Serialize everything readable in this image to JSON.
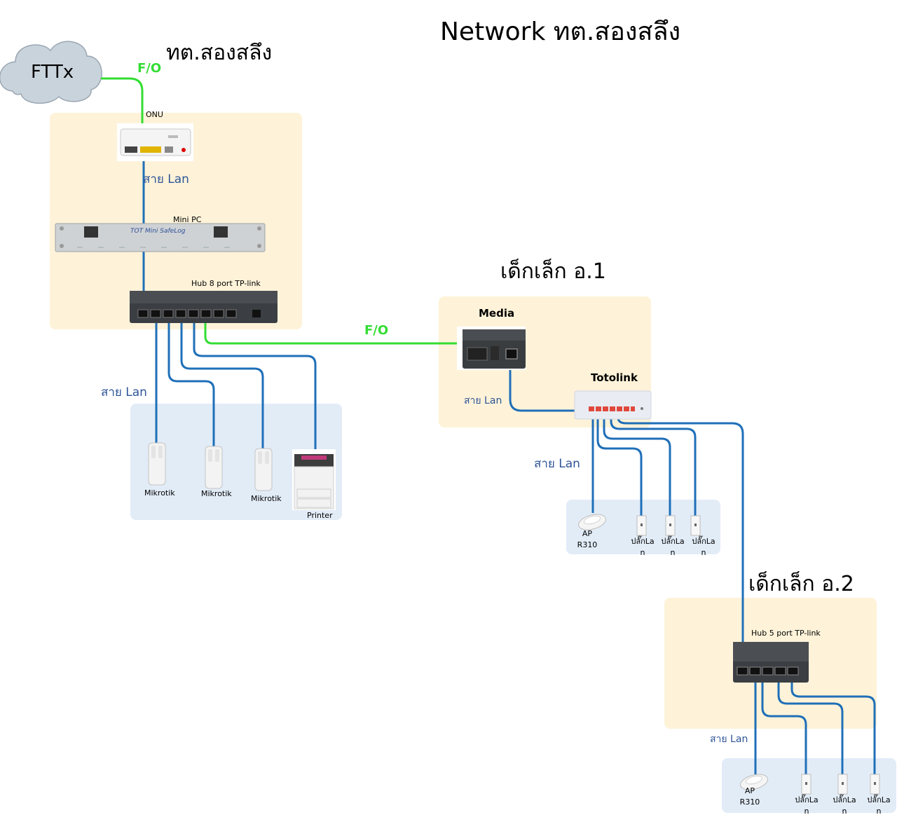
{
  "diagram": {
    "title": "Network ทต.สองสลึง",
    "site_main": "ทต.สองสลึง",
    "site_1": "เด็กเล็ก อ.1",
    "site_2": "เด็กเล็ก อ.2",
    "cloud": "FTTx",
    "fo_label_1": "F/O",
    "fo_label_2": "F/O",
    "onu": "ONU",
    "lan_1": "สาย Lan",
    "lan_2": "สาย Lan",
    "lan_3": "สาย Lan",
    "lan_4": "สาย Lan",
    "lan_5": "สาย Lan",
    "mini_pc": "Mini PC",
    "mini_pc_brand": "TOT Mini SafeLog",
    "hub8": "Hub 8 port TP-link",
    "mikrotik_1": "Mikrotik",
    "mikrotik_2": "Mikrotik",
    "mikrotik_3": "Mikrotik",
    "printer": "Printer",
    "media": "Media",
    "totolink": "Totolink",
    "ap_1": "AP\nR310",
    "plug_1a": "ปลั๊กLa\nn",
    "plug_1b": "ปลั๊กLa\nn",
    "plug_1c": "ปลั๊กLa\nn",
    "hub5": "Hub 5 port TP-link",
    "ap_2": "AP\nR310",
    "plug_2a": "ปลั๊กLa\nn",
    "plug_2b": "ปลั๊กLa\nn",
    "plug_2c": "ปลั๊กLa\nn"
  },
  "colors": {
    "fiber": "#33dd33",
    "lan": "#1f6fb8",
    "zone_site": "#fef3d9",
    "zone_devices": "#e2ecf7",
    "label_lan": "#2f5597"
  }
}
